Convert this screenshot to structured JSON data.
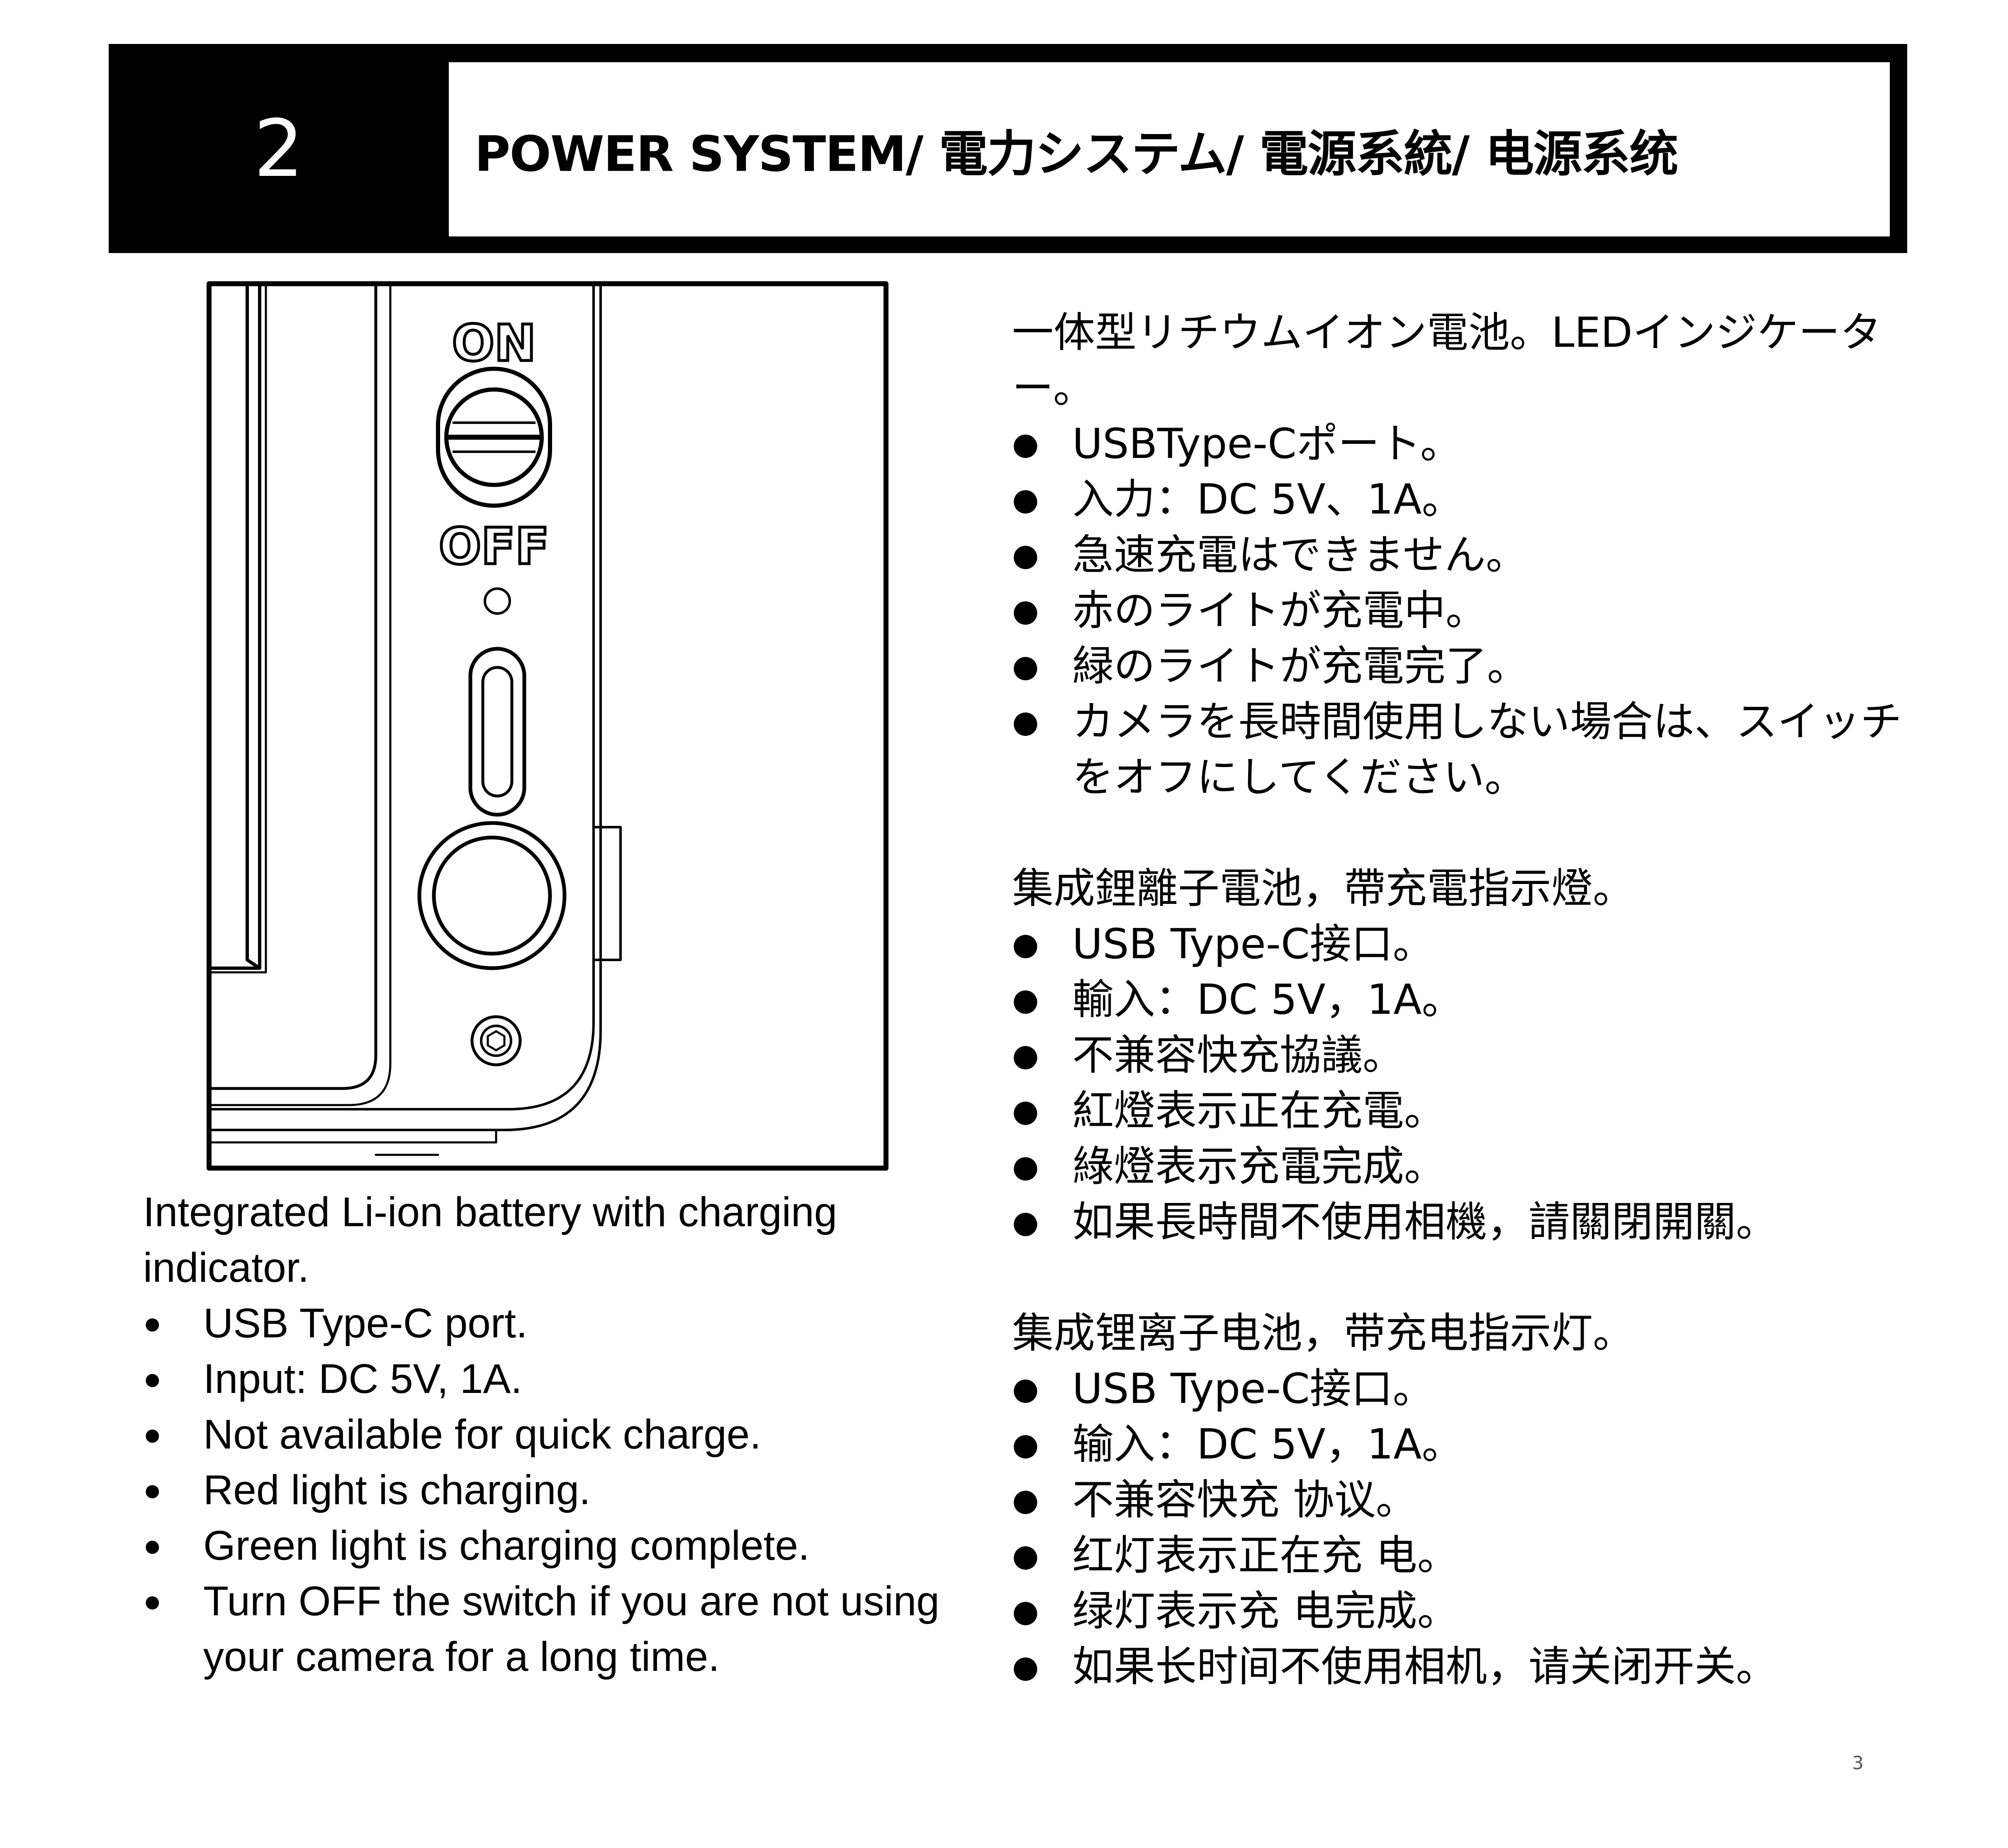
{
  "header": {
    "section_number": "2",
    "title": "POWER SYSTEM/ 電力システム/ 電源系統/ 电源系统"
  },
  "illustration": {
    "switch_on_label": "ON",
    "switch_off_label": "OFF"
  },
  "english": {
    "intro": "Integrated Li-ion battery with charging indicator.",
    "items": [
      "USB Type-C port.",
      "Input: DC 5V, 1A.",
      "Not available for quick charge.",
      "Red light is charging.",
      "Green light is charging complete.",
      "Turn OFF the switch if you are not using your camera for a long time."
    ]
  },
  "japanese": {
    "intro": "一体型リチウムイオン電池。LEDインジケーター。",
    "items": [
      "USBType-Cポート。",
      "入力：DC 5V、1A。",
      "急速充電はできません。",
      "赤のライトが充電中。",
      "緑のライトが充電完了。",
      "カメラを長時間使用しない場合は、スイッチをオフにしてください。"
    ]
  },
  "traditional_chinese": {
    "intro": "集成鋰離子電池，帶充電指示燈。",
    "items": [
      "USB Type-C接口。",
      "輸入：DC 5V，1A。",
      "不兼容快充協議。",
      "紅燈表示正在充電。",
      "綠燈表示充電完成。",
      "如果長時間不使用相機，請關閉開關。"
    ]
  },
  "simplified_chinese": {
    "intro": "集成锂离子电池，带充电指示灯。",
    "items": [
      "USB Type-C接口。",
      "输入：DC 5V，1A。",
      "不兼容快充 协议。",
      "红灯表示正在充 电。",
      "绿灯表示充 电完成。",
      "如果长时间不使用相机，请关闭开关。"
    ]
  },
  "page_number": "3"
}
